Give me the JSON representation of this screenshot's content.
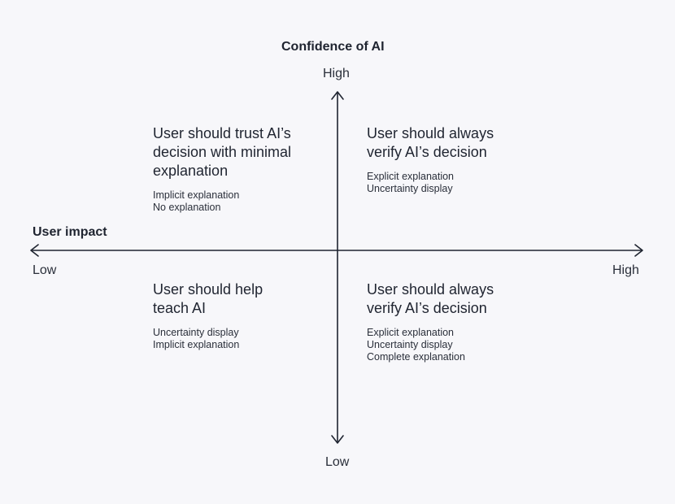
{
  "vertical_axis": {
    "title": "Confidence of AI",
    "high_label": "High",
    "low_label": "Low"
  },
  "horizontal_axis": {
    "title": "User impact",
    "low_label": "Low",
    "high_label": "High"
  },
  "quadrants": {
    "top_left": {
      "title_lines": [
        "User should trust AI’s",
        "decision with minimal",
        "explanation"
      ],
      "items": [
        "Implicit explanation",
        "No explanation"
      ]
    },
    "top_right": {
      "title_lines": [
        "User should always",
        "verify AI’s decision"
      ],
      "items": [
        "Explicit explanation",
        "Uncertainty display"
      ]
    },
    "bottom_left": {
      "title_lines": [
        "User should help",
        "teach AI"
      ],
      "items": [
        "Uncertainty display",
        "Implicit explanation"
      ]
    },
    "bottom_right": {
      "title_lines": [
        "User should always",
        "verify AI’s decision"
      ],
      "items": [
        "Explicit explanation",
        "Uncertainty display",
        "Complete explanation"
      ]
    }
  }
}
